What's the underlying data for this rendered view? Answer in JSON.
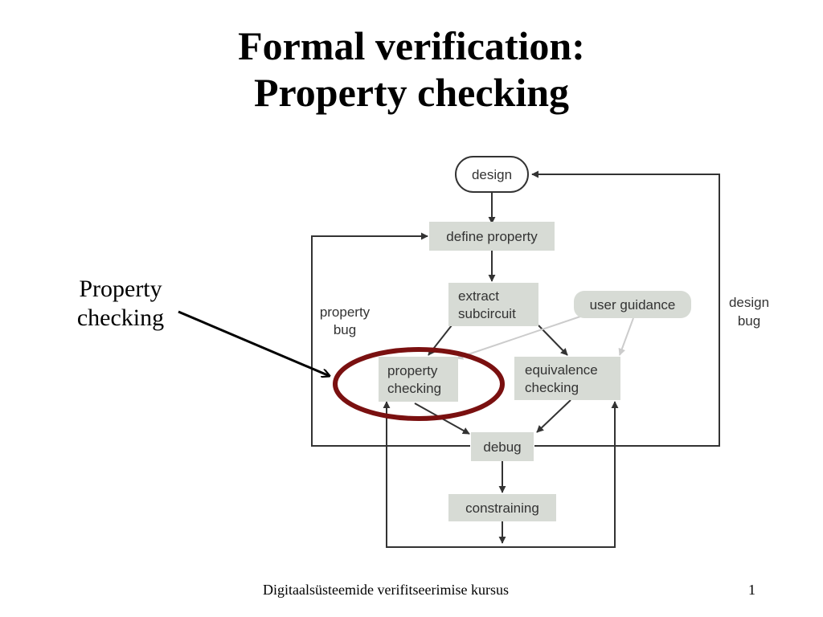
{
  "slide": {
    "title_line1": "Formal verification:",
    "title_line2": "Property checking",
    "side_label_line1": "Property",
    "side_label_line2": "checking",
    "footer": "Digitaalsüsteemide verifitseerimise kursus",
    "page_number": "1"
  },
  "diagram": {
    "nodes": {
      "design": "design",
      "define_property": "define property",
      "extract_line1": "extract",
      "extract_line2": "subcircuit",
      "user_guidance": "user guidance",
      "property_checking_line1": "property",
      "property_checking_line2": "checking",
      "equivalence_line1": "equivalence",
      "equivalence_line2": "checking",
      "debug": "debug",
      "constraining": "constraining"
    },
    "labels": {
      "property_bug_line1": "property",
      "property_bug_line2": "bug",
      "design_bug_line1": "design",
      "design_bug_line2": "bug"
    }
  },
  "colors": {
    "box_fill": "#d7dbd5",
    "highlight_ellipse": "#7a1010",
    "line": "#333333",
    "guidance_line": "#cccccc"
  }
}
